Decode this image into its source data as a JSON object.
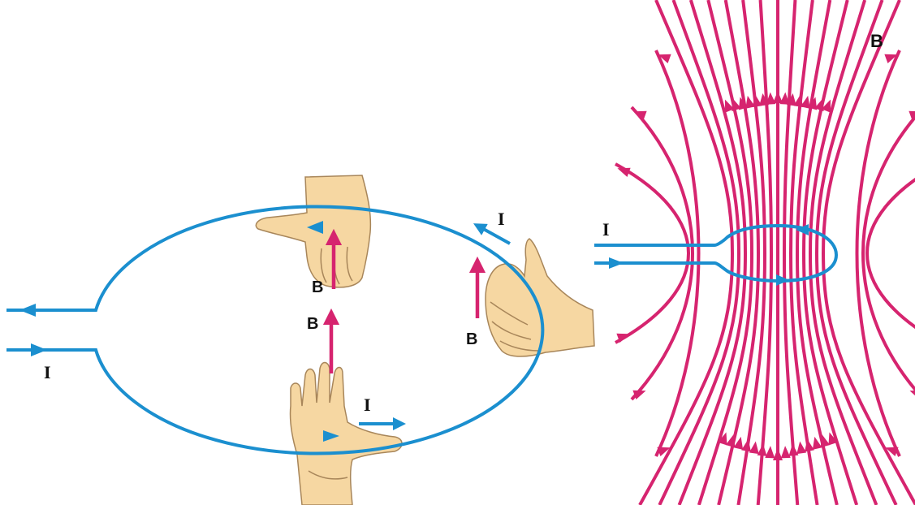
{
  "colors": {
    "current": "#1b8fcf",
    "field": "#d6246f",
    "skin": "#f6d7a2",
    "skin_outline": "#a8865a",
    "text": "#111111",
    "background": "#ffffff"
  },
  "left_panel": {
    "icons": {
      "hand_top": "right-hand-fist-thumb-left",
      "hand_right": "right-hand-curled-thumb-up",
      "hand_bottom": "right-hand-open-thumb-right"
    },
    "labels": {
      "b_top_hand": "B",
      "b_bottom_hand": "B",
      "b_right_hand": "B",
      "i_right_side": "I",
      "i_bottom": "I",
      "i_lead": "I"
    }
  },
  "right_panel": {
    "labels": {
      "b_field": "B",
      "i_lead": "I"
    }
  }
}
